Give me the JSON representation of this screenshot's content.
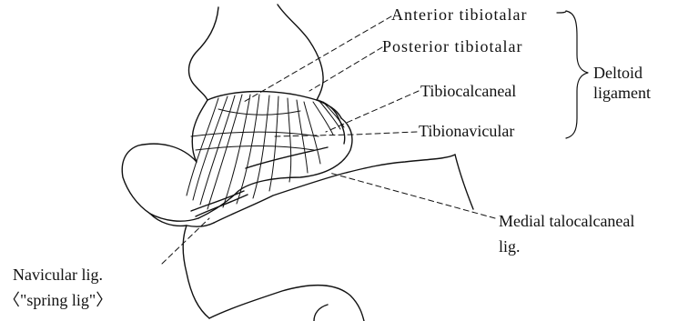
{
  "labels": {
    "anterior_tibiotalar": "Anterior tibiotalar",
    "posterior_tibiotalar": "Posterior tibiotalar",
    "tibiocalcaneal": "Tibiocalcaneal",
    "tibionavicular": "Tibionavicular",
    "deltoid_line1": "Deltoid",
    "deltoid_line2": "ligament",
    "medial_talocalcaneal_line1": "Medial talocalcaneal",
    "medial_talocalcaneal_line2": "lig.",
    "navicular_line1": "Navicular lig.",
    "navicular_line2": "〈\"spring lig\"〉"
  }
}
